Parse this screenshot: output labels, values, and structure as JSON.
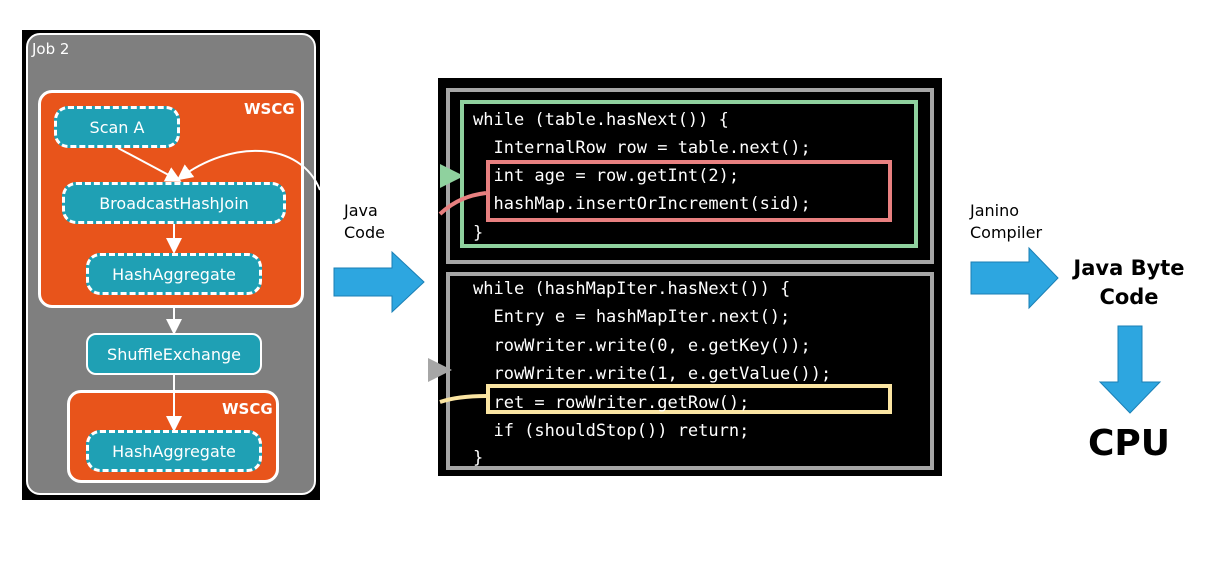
{
  "job": {
    "title": "Job 2",
    "stage_label": "WSCG",
    "stage2_label": "WSCG",
    "nodes": {
      "scan": "Scan A",
      "broadcast_join": "BroadcastHashJoin",
      "hash_aggregate_1": "HashAggregate",
      "shuffle": "ShuffleExchange",
      "hash_aggregate_2": "HashAggregate"
    }
  },
  "labels": {
    "java_code": [
      "Java",
      "Code"
    ],
    "janino": [
      "Janino",
      "Compiler"
    ],
    "byte_code": [
      "Java Byte",
      "Code"
    ],
    "cpu": "CPU"
  },
  "code_block_1": [
    "while (table.hasNext()) {",
    "  InternalRow row = table.next();",
    "  int age = row.getInt(2);",
    "  hashMap.insertOrIncrement(sid);",
    "}"
  ],
  "code_block_2": [
    "while (hashMapIter.hasNext()) {",
    "  Entry e = hashMapIter.next();",
    "  rowWriter.write(0, e.getKey());",
    "  rowWriter.write(1, e.getValue());",
    "  ret = rowWriter.getRow();",
    "  if (shouldStop()) return;",
    "}"
  ],
  "colors": {
    "stage": "#e8541b",
    "node": "#1fa0b4",
    "arrow": "#2da6e0",
    "highlight_green": "#8fd19e",
    "highlight_red": "#e88080",
    "highlight_yellow": "#fbe5a2"
  }
}
